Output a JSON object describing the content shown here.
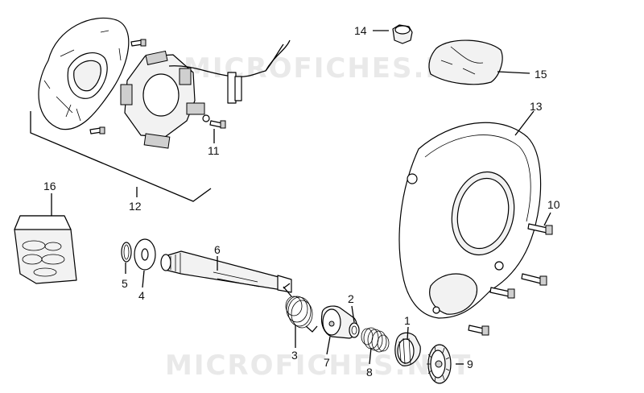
{
  "watermark_top": "MICROFICHES.NET",
  "watermark_bottom": "MICROFICHES.NET",
  "callouts": [
    {
      "id": "1",
      "text": "1"
    },
    {
      "id": "2",
      "text": "2"
    },
    {
      "id": "3",
      "text": "3"
    },
    {
      "id": "4",
      "text": "4"
    },
    {
      "id": "5",
      "text": "5"
    },
    {
      "id": "6",
      "text": "6"
    },
    {
      "id": "7",
      "text": "7"
    },
    {
      "id": "8",
      "text": "8"
    },
    {
      "id": "9",
      "text": "9"
    },
    {
      "id": "10",
      "text": "10"
    },
    {
      "id": "11",
      "text": "11"
    },
    {
      "id": "12",
      "text": "12"
    },
    {
      "id": "13",
      "text": "13"
    },
    {
      "id": "14",
      "text": "14"
    },
    {
      "id": "15",
      "text": "15"
    },
    {
      "id": "16",
      "text": "16"
    }
  ]
}
